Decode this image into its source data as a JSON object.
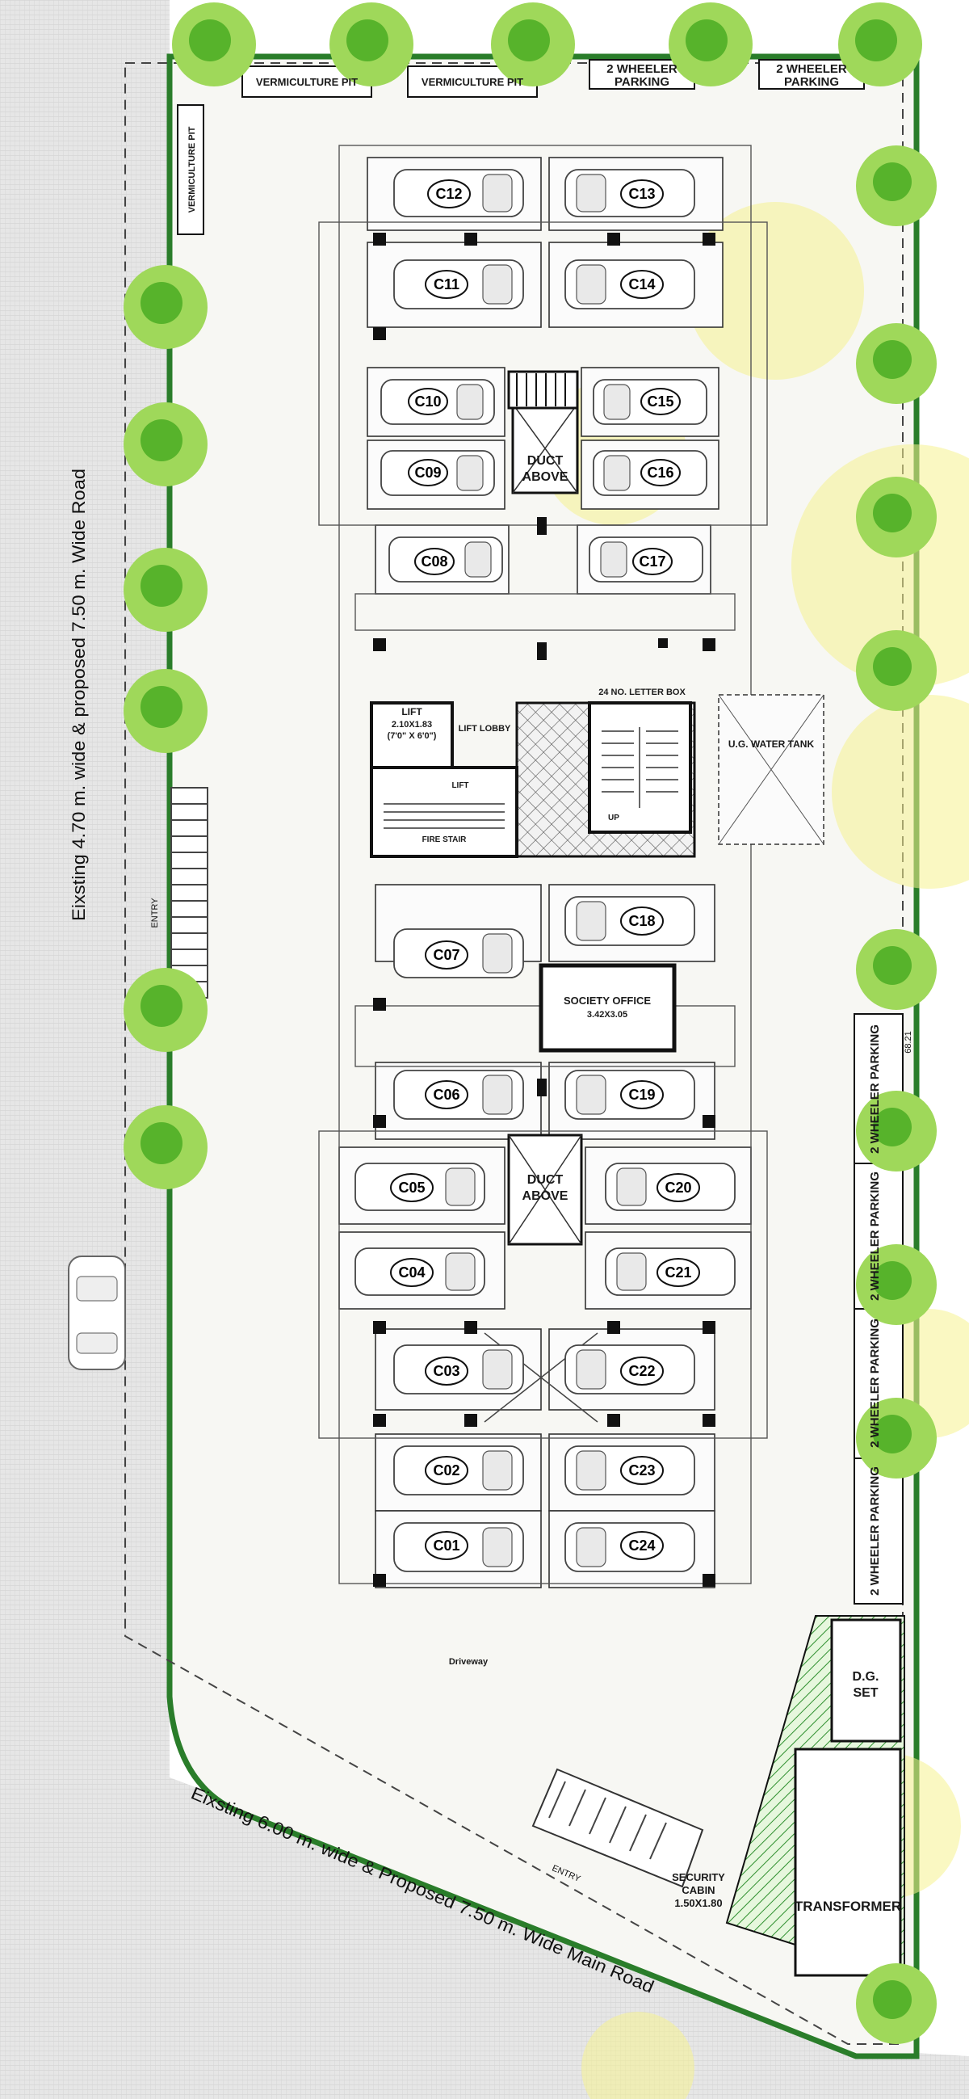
{
  "roads": {
    "side_road": "Eixsting 4.70 m. wide & proposed 7.50 m. Wide Road",
    "main_road": "Eixsting 6.00 m. wide & Proposed 7.50 m. Wide Main Road"
  },
  "entries": {
    "side_entry": "ENTRY",
    "main_entry": "ENTRY"
  },
  "top_strip": {
    "vermiculture_1": "VERMICULTURE PIT",
    "vermiculture_2": "VERMICULTURE PIT",
    "vermiculture_side": "VERMICULTURE PIT",
    "two_wheeler_1": [
      "2 WHEELER",
      "PARKING"
    ],
    "two_wheeler_2": [
      "2 WHEELER",
      "PARKING"
    ]
  },
  "right_strip": {
    "two_wheeler_labels": [
      "2 WHEELER PARKING",
      "2 WHEELER PARKING",
      "2 WHEELER PARKING",
      "2 WHEELER PARKING"
    ],
    "dimension": "68.21"
  },
  "cars": [
    "C01",
    "C02",
    "C03",
    "C04",
    "C05",
    "C06",
    "C07",
    "C08",
    "C09",
    "C10",
    "C11",
    "C12",
    "C13",
    "C14",
    "C15",
    "C16",
    "C17",
    "C18",
    "C19",
    "C20",
    "C21",
    "C22",
    "C23",
    "C24"
  ],
  "ducts": {
    "upper": [
      "DUCT",
      "ABOVE"
    ],
    "lower": [
      "DUCT",
      "ABOVE"
    ]
  },
  "core": {
    "lift": [
      "LIFT",
      "2.10X1.83",
      "(7'0\" X 6'0\")"
    ],
    "lift_lobby": "LIFT LOBBY",
    "letter_box": "24 NO. LETTER BOX",
    "stair": "FIRE STAIR",
    "lift_small": "LIFT",
    "up": "UP"
  },
  "water_tank": "U.G. WATER TANK",
  "society_office": [
    "SOCIETY OFFICE",
    "3.42X3.05"
  ],
  "driveway_label": "Driveway",
  "dg_set": [
    "D.G.",
    "SET"
  ],
  "transformer": "TRANSFORMER",
  "security_cabin": [
    "SECURITY",
    "CABIN",
    "1.50X1.80"
  ]
}
